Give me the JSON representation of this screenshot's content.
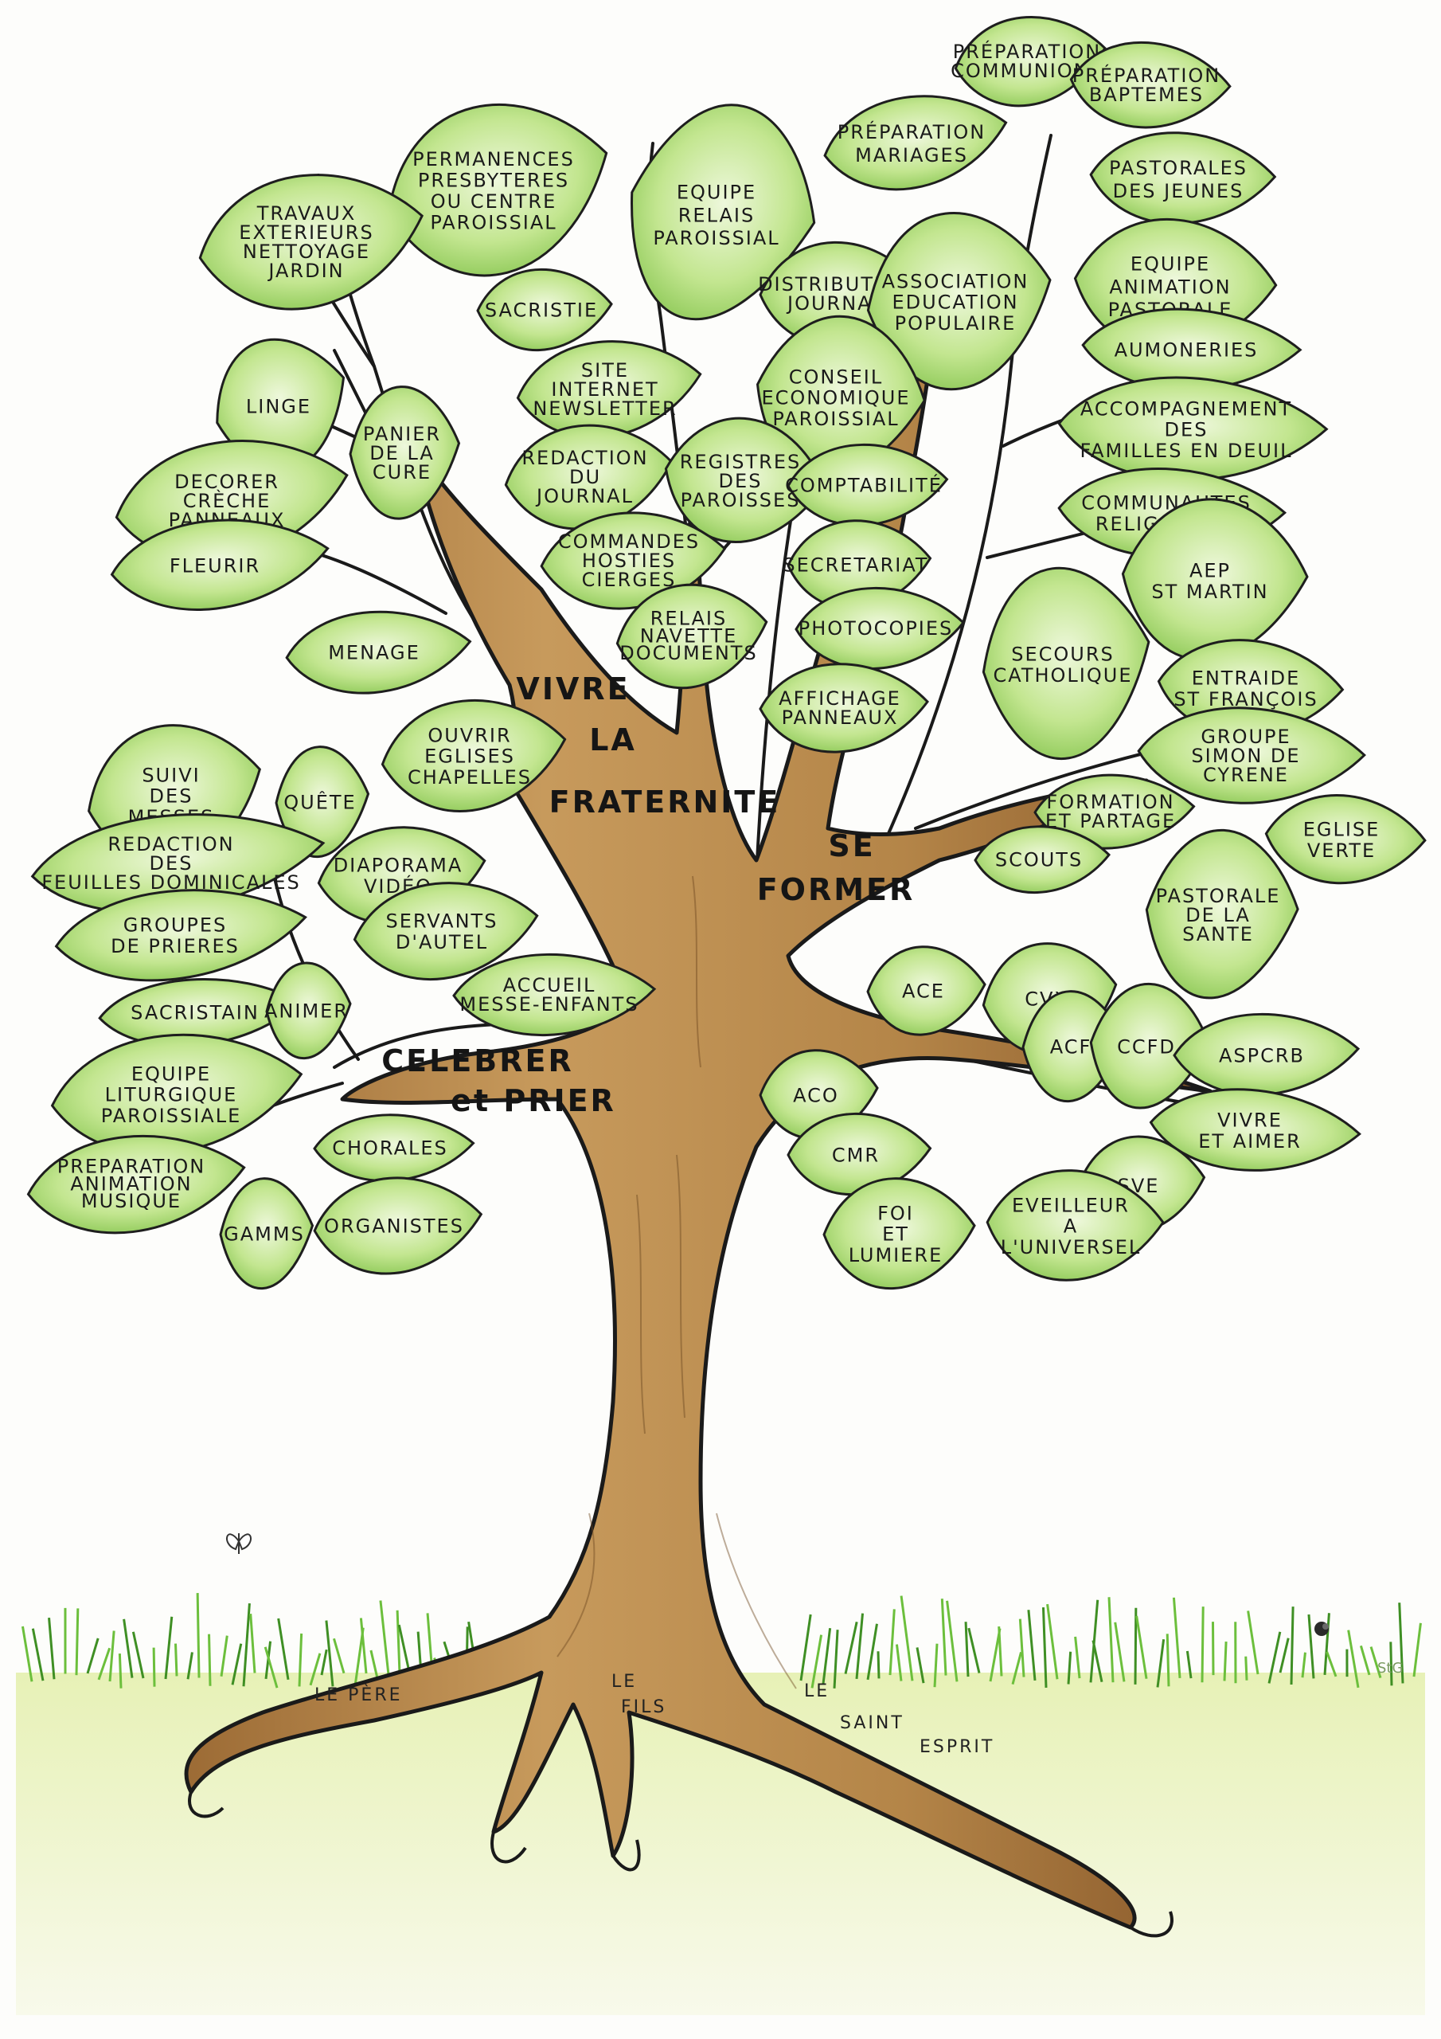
{
  "colors": {
    "leaf_fill": "#a6d96a",
    "leaf_light": "#e6f5cf",
    "leaf_stroke": "#1e1e1e",
    "trunk_fill": "#b88a4e",
    "trunk_dark": "#8b5e2e",
    "grass": "#4f9e2e",
    "ground": "#e9f2b8"
  },
  "trunk_labels": {
    "vivre": [
      "VIVRE",
      "LA",
      "FRATERNITE"
    ],
    "former": [
      "SE",
      "FORMER"
    ],
    "celebrer": [
      "CELEBRER",
      "et PRIER"
    ]
  },
  "roots": {
    "pere": "LE PÈRE",
    "fils": [
      "LE",
      "FILS"
    ],
    "esprit": [
      "LE",
      "SAINT",
      "ESPRIT"
    ]
  },
  "signature": "StG",
  "leaves": [
    {
      "lines": [
        "PRÉPARATION",
        "COMMUNIONS"
      ]
    },
    {
      "lines": [
        "PRÉPARATION",
        "BAPTEMES"
      ]
    },
    {
      "lines": [
        "PRÉPARATION",
        "MARIAGES"
      ]
    },
    {
      "lines": [
        "PASTORALES",
        "DES JEUNES"
      ]
    },
    {
      "lines": [
        "PERMANENCES",
        "PRESBYTERES",
        "OU CENTRE",
        "PAROISSIAL"
      ]
    },
    {
      "lines": [
        "TRAVAUX",
        "EXTERIEURS",
        "NETTOYAGE",
        "JARDIN"
      ]
    },
    {
      "lines": [
        "EQUIPE",
        "RELAIS",
        "PAROISSIAL"
      ]
    },
    {
      "lines": [
        "DISTRIBUTION",
        "JOURNAL"
      ]
    },
    {
      "lines": [
        "ASSOCIATION",
        "EDUCATION",
        "POPULAIRE"
      ]
    },
    {
      "lines": [
        "EQUIPE",
        "ANIMATION",
        "PASTORALE"
      ]
    },
    {
      "lines": [
        "SACRISTIE"
      ]
    },
    {
      "lines": [
        "AUMONERIES"
      ]
    },
    {
      "lines": [
        "LINGE"
      ]
    },
    {
      "lines": [
        "SITE",
        "INTERNET",
        "NEWSLETTER"
      ]
    },
    {
      "lines": [
        "CONSEIL",
        "ECONOMIQUE",
        "PAROISSIAL"
      ]
    },
    {
      "lines": [
        "ACCOMPAGNEMENT",
        "DES",
        "FAMILLES EN DEUIL"
      ]
    },
    {
      "lines": [
        "PANIER",
        "DE LA",
        "CURE"
      ]
    },
    {
      "lines": [
        "REDACTION",
        "DU",
        "JOURNAL"
      ]
    },
    {
      "lines": [
        "REGISTRES",
        "DES",
        "PAROISSES"
      ]
    },
    {
      "lines": [
        "COMPTABILITÉ"
      ]
    },
    {
      "lines": [
        "DECORER",
        "CRÈCHE",
        "PANNEAUX"
      ]
    },
    {
      "lines": [
        "COMMUNAUTES",
        "RELIGIEUSES"
      ]
    },
    {
      "lines": [
        "COMMANDES",
        "HOSTIES",
        "CIERGES"
      ]
    },
    {
      "lines": [
        "FLEURIR"
      ]
    },
    {
      "lines": [
        "SECRETARIAT"
      ]
    },
    {
      "lines": [
        "AEP",
        "ST MARTIN"
      ]
    },
    {
      "lines": [
        "RELAIS",
        "NAVETTE",
        "DOCUMENTS"
      ]
    },
    {
      "lines": [
        "PHOTOCOPIES"
      ]
    },
    {
      "lines": [
        "SECOURS",
        "CATHOLIQUE"
      ]
    },
    {
      "lines": [
        "MENAGE"
      ]
    },
    {
      "lines": [
        "AFFICHAGE",
        "PANNEAUX"
      ]
    },
    {
      "lines": [
        "ENTRAIDE",
        "ST FRANÇOIS"
      ]
    },
    {
      "lines": [
        "OUVRIR",
        "EGLISES",
        "CHAPELLES"
      ]
    },
    {
      "lines": [
        "GROUPE",
        "SIMON DE",
        "CYRENE"
      ]
    },
    {
      "lines": [
        "SUIVI",
        "DES",
        "MESSES"
      ]
    },
    {
      "lines": [
        "QUÊTE"
      ]
    },
    {
      "lines": [
        "FORMATION",
        "ET PARTAGE"
      ]
    },
    {
      "lines": [
        "EGLISE",
        "VERTE"
      ]
    },
    {
      "lines": [
        "REDACTION",
        "DES",
        "FEUILLES DOMINICALES"
      ]
    },
    {
      "lines": [
        "DIAPORAMA",
        "VIDÉO"
      ]
    },
    {
      "lines": [
        "SCOUTS"
      ]
    },
    {
      "lines": [
        "PASTORALE",
        "DE LA",
        "SANTE"
      ]
    },
    {
      "lines": [
        "GROUPES",
        "DE PRIERES"
      ]
    },
    {
      "lines": [
        "SERVANTS",
        "D'AUTEL"
      ]
    },
    {
      "lines": [
        "ACCUEIL",
        "MESSE-ENFANTS"
      ]
    },
    {
      "lines": [
        "ACE"
      ]
    },
    {
      "lines": [
        "CVX"
      ]
    },
    {
      "lines": [
        "SACRISTAIN"
      ]
    },
    {
      "lines": [
        "ANIMER"
      ]
    },
    {
      "lines": [
        "ACF"
      ]
    },
    {
      "lines": [
        "CCFD"
      ]
    },
    {
      "lines": [
        "ASPCRB"
      ]
    },
    {
      "lines": [
        "EQUIPE",
        "LITURGIQUE",
        "PAROISSIALE"
      ]
    },
    {
      "lines": [
        "ACO"
      ]
    },
    {
      "lines": [
        "VIVRE",
        "ET AIMER"
      ]
    },
    {
      "lines": [
        "CHORALES"
      ]
    },
    {
      "lines": [
        "CMR"
      ]
    },
    {
      "lines": [
        "SVE"
      ]
    },
    {
      "lines": [
        "PREPARATION",
        "ANIMATION",
        "MUSIQUE"
      ]
    },
    {
      "lines": [
        "GAMMS"
      ]
    },
    {
      "lines": [
        "ORGANISTES"
      ]
    },
    {
      "lines": [
        "FOI",
        "ET",
        "LUMIERE"
      ]
    },
    {
      "lines": [
        "EVEILLEUR",
        "A",
        "L'UNIVERSEL"
      ]
    }
  ]
}
